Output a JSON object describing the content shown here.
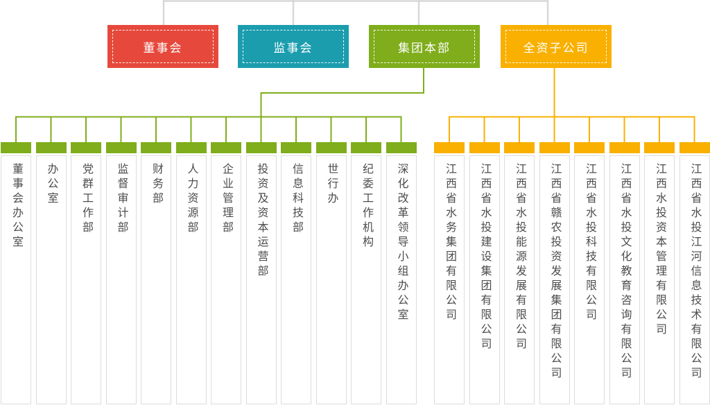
{
  "top_nodes": [
    {
      "label": "董事会",
      "color": "#e6493c"
    },
    {
      "label": "监事会",
      "color": "#1b9dae"
    },
    {
      "label": "集团本部",
      "color": "#7fad1b"
    },
    {
      "label": "全资子公司",
      "color": "#f9b000"
    }
  ],
  "departments": {
    "header_color": "#7fad1b",
    "items": [
      "董事会办公室",
      "办公室",
      "党群工作部",
      "监督审计部",
      "财务部",
      "人力资源部",
      "企业管理部",
      "投资及资本运营部",
      "信息科技部",
      "世行办",
      "纪委工作机构",
      "深化改革领导小组办公室"
    ]
  },
  "subsidiaries": {
    "header_color": "#f9b000",
    "items": [
      "江西省水务集团有限公司",
      "江西省水投建设集团有限公司",
      "江西省水投能源发展有限公司",
      "江西省赣农投资发展集团有限公司",
      "江西省水投科技有限公司",
      "江西省水投文化教育咨询有限公司",
      "江西水投资本管理有限公司",
      "江西省水投江河信息技术有限公司"
    ]
  },
  "colors": {
    "top_connector": "#d8d8d8",
    "dept_connector": "#7fad1b",
    "subsidiary_connector": "#f9b000",
    "column_border": "#dcdcdc",
    "column_text": "#4d4d4d"
  }
}
